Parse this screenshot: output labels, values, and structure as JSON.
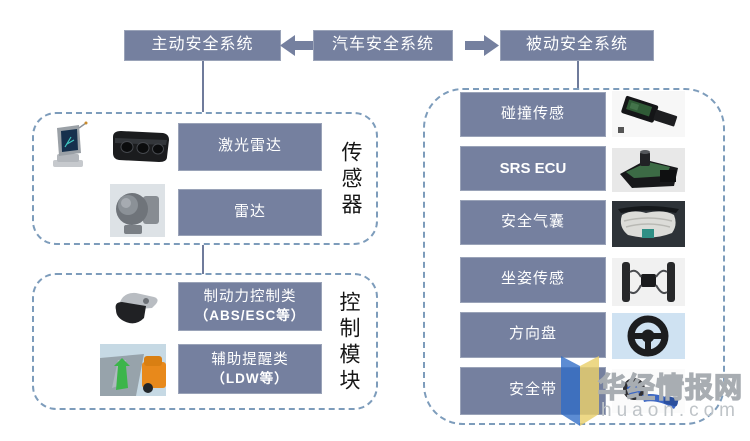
{
  "title_row": {
    "root": "汽车安全系统",
    "active": "主动安全系统",
    "passive": "被动安全系统"
  },
  "active_system": {
    "sensor_group": {
      "group_label": "传感器",
      "rows": [
        {
          "label": "激光雷达"
        },
        {
          "label": "雷达"
        }
      ],
      "photos": [
        "radar-scope-photo",
        "camera-module-photo",
        "spherical-radar-photo"
      ]
    },
    "control_group": {
      "group_label": "控制模块",
      "rows": [
        {
          "line1": "制动力控制类",
          "line2": "（ABS/ESC等）"
        },
        {
          "line1": "辅助提醒类",
          "line2": "（LDW等）"
        }
      ],
      "photos": [
        "brake-caliper-photo",
        "lane-departure-warning-photo"
      ]
    }
  },
  "passive_system": {
    "rows": [
      "碰撞传感",
      "SRS ECU",
      "安全气囊",
      "坐姿传感",
      "方向盘",
      "安全带"
    ],
    "photos": [
      "collision-sensor-photo",
      "srs-ecu-photo",
      "airbag-photo",
      "seat-posture-sensor-photo",
      "steering-wheel-photo",
      "seatbelt-photo"
    ]
  },
  "watermark": {
    "brand": "华经情报网",
    "domain": "huaon.com",
    "logo_colors": {
      "left": "#2e6bc6",
      "right": "#e9cf6b"
    }
  },
  "colors": {
    "node_fill": "#75809f",
    "dash_border": "#7d9cbb",
    "connector": "#6f7b9b",
    "node_text": "#ffffff"
  }
}
